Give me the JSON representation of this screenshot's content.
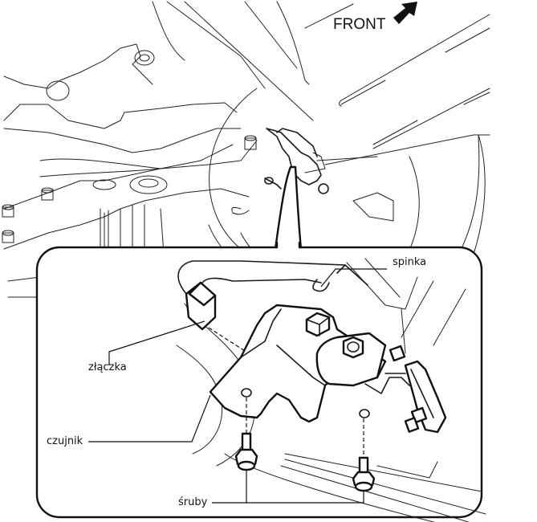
{
  "diagram": {
    "direction_label": "FRONT",
    "direction_icon": "arrow-up-right-icon",
    "callouts": {
      "clip": "spinka",
      "connector": "złączka",
      "sensor": "czujnik",
      "bolts": "śruby"
    },
    "colors": {
      "line": "#111111",
      "background": "#ffffff"
    }
  }
}
